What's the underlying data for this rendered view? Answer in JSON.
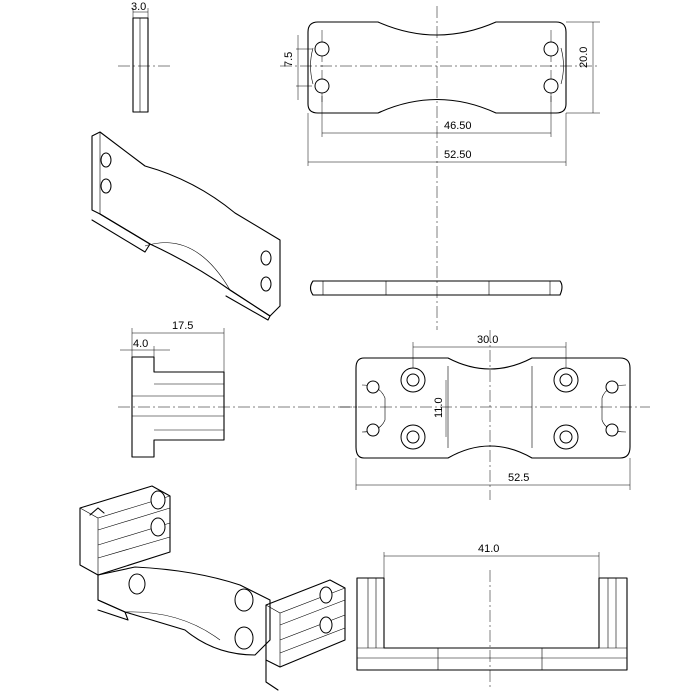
{
  "dimensions": {
    "thickness": "3.0",
    "hole_pitch_vertical": "7.5",
    "width_top": "20.0",
    "inner_length": "46.50",
    "overall_length_top": "52.50",
    "side_length": "17.5",
    "side_flange": "4.0",
    "hole_spacing": "30.0",
    "center_width": "11.0",
    "overall_length_mid": "52.5",
    "inner_gap": "41.0"
  }
}
